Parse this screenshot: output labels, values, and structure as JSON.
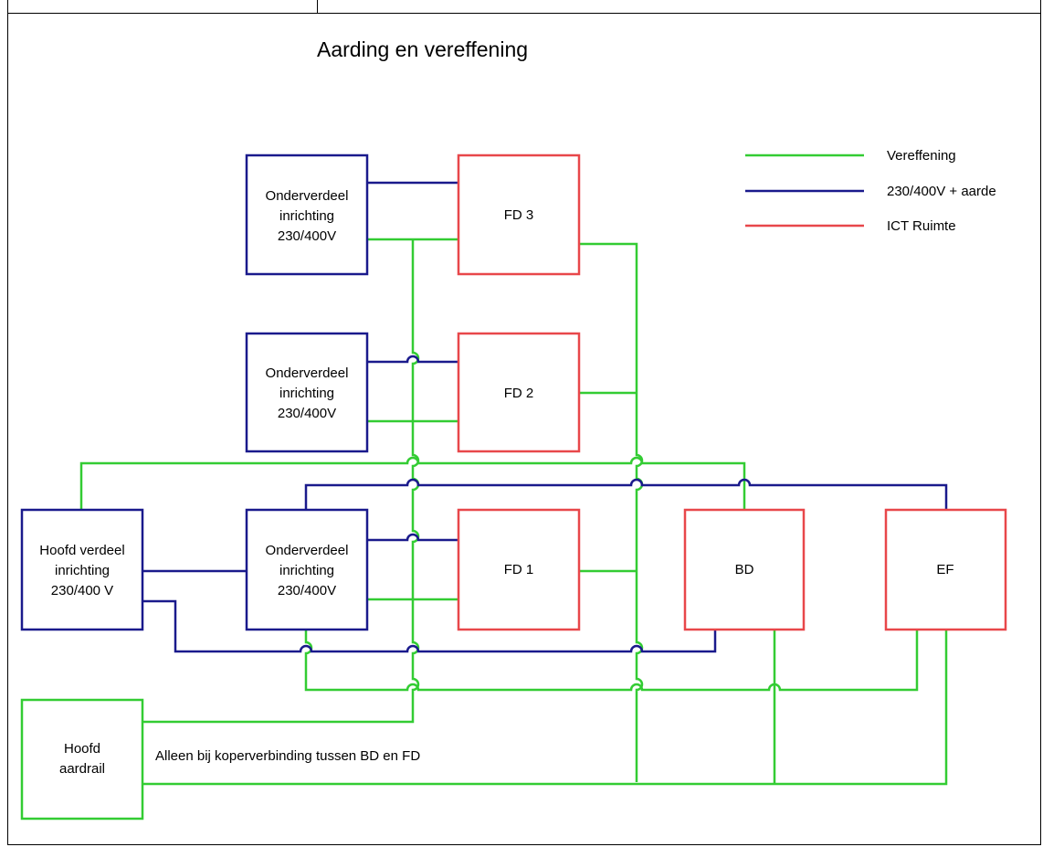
{
  "title": "Aarding en vereffening",
  "colors": {
    "green": "#33cc33",
    "blue": "#1a1a8c",
    "red": "#e8474a"
  },
  "legend": [
    {
      "label": "Vereffening",
      "color": "green"
    },
    {
      "label": "230/400V + aarde",
      "color": "blue"
    },
    {
      "label": "ICT Ruimte",
      "color": "red"
    }
  ],
  "boxes": {
    "ov3": [
      "Onderverdeel",
      "inrichting",
      "230/400V"
    ],
    "ov2": [
      "Onderverdeel",
      "inrichting",
      "230/400V"
    ],
    "ov1": [
      "Onderverdeel",
      "inrichting",
      "230/400V"
    ],
    "hoofd_verdeel": [
      "Hoofd verdeel",
      "inrichting",
      "230/400 V"
    ],
    "hoofd_aardrail": [
      "Hoofd",
      "aardrail"
    ],
    "fd3": "FD 3",
    "fd2": "FD 2",
    "fd1": "FD 1",
    "bd": "BD",
    "ef": "EF"
  },
  "note": "Alleen bij koperverbinding tussen BD en FD"
}
